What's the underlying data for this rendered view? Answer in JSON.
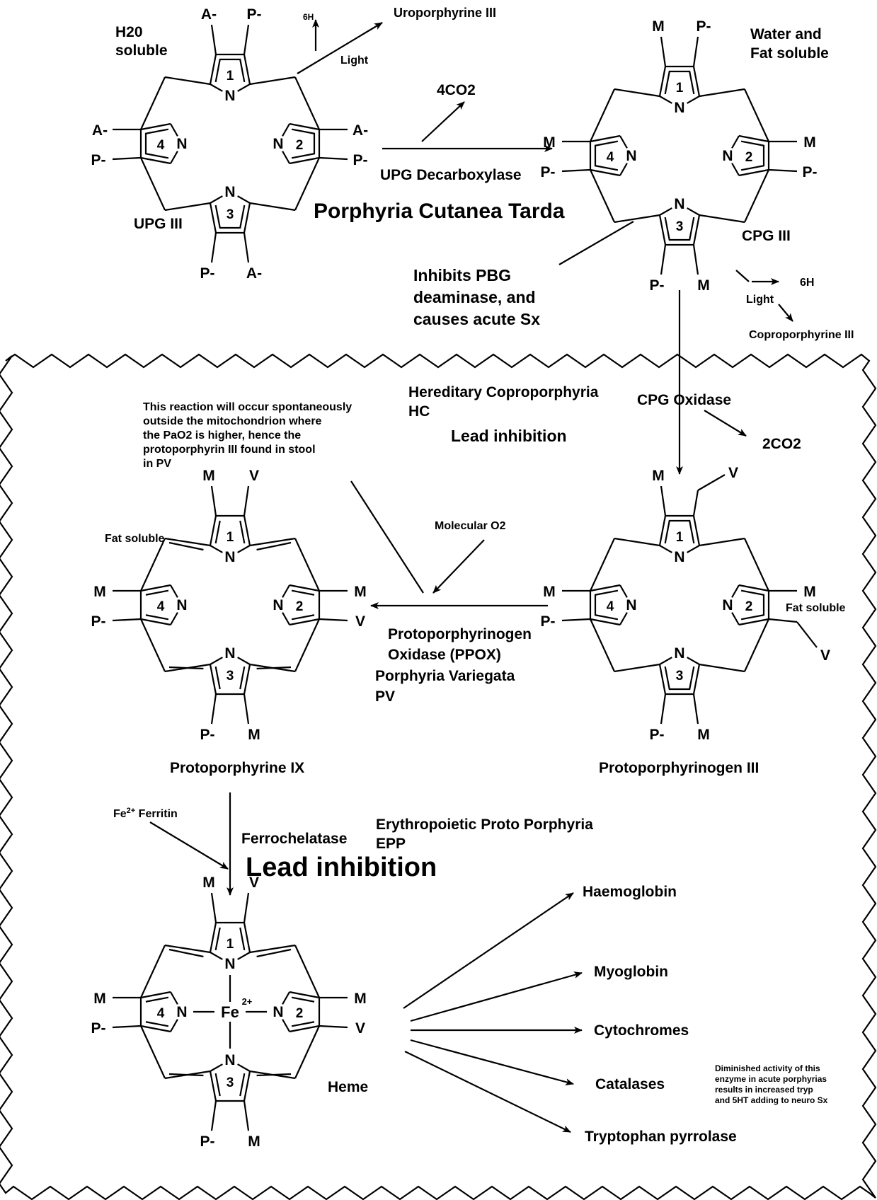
{
  "labels": {
    "h2o_soluble_1": "H20",
    "h2o_soluble_2": "soluble",
    "six_h_top": "6H",
    "uroporphyrine": "Uroporphyrine III",
    "light_top": "Light",
    "water_fat_1": "Water and",
    "water_fat_2": "Fat soluble",
    "four_co2": "4CO2",
    "upg_decarboxylase": "UPG Decarboxylase",
    "pct": "Porphyria Cutanea Tarda",
    "upg_iii": "UPG III",
    "cpg_iii": "CPG III",
    "inhibits_1": "Inhibits PBG",
    "inhibits_2": "deaminase, and",
    "inhibits_3": "causes acute Sx",
    "six_h_right": "6H",
    "light_right": "Light",
    "coproporphyrine": "Coproporphyrine III",
    "hereditary_1": "Hereditary Coproporphyria",
    "hereditary_2": "HC",
    "cpg_oxidase": "CPG Oxidase",
    "lead_inhibition_1": "Lead inhibition",
    "two_co2": "2CO2",
    "note_1": "This reaction will occur spontaneously",
    "note_2": "outside the mitochondrion where",
    "note_3": "the PaO2 is higher, hence the",
    "note_4": "protoporphyrin III found in stool",
    "note_5": "in PV",
    "fat_soluble_left": "Fat soluble",
    "molecular_o2": "Molecular O2",
    "fat_soluble_right": "Fat soluble",
    "ppox_1": "Protoporphyrinogen",
    "ppox_2": "Oxidase (PPOX)",
    "pv_1": "Porphyria Variegata",
    "pv_2": "PV",
    "protoporphyrine_ix": "Protoporphyrine IX",
    "protoporphyrinogen_iii": "Protoporphyrinogen III",
    "fe_ferritin_1": "Fe",
    "fe_ferritin_sup": "2+",
    "fe_ferritin_2": " Ferritin",
    "ferrochelatase": "Ferrochelatase",
    "epp_1": "Erythropoietic Proto Porphyria",
    "epp_2": "EPP",
    "lead_inhibition_2": "Lead inhibition",
    "heme": "Heme",
    "haemoglobin": "Haemoglobin",
    "myoglobin": "Myoglobin",
    "cytochromes": "Cytochromes",
    "catalases": "Catalases",
    "tryptophan": "Tryptophan pyrrolase",
    "diminished_1": "Diminished activity of this",
    "diminished_2": "enzyme in acute porphyrias",
    "diminished_3": "results in increased tryp",
    "diminished_4": "and 5HT adding to neuro Sx"
  },
  "molecules": {
    "upg": {
      "top_left": "A-",
      "top_right": "P-",
      "left_top": "A-",
      "left_bottom": "P-",
      "right_top": "A-",
      "right_bottom": "P-",
      "bottom_left": "P-",
      "bottom_right": "A-",
      "r1": "1",
      "r2": "2",
      "r3": "3",
      "r4": "4",
      "n": "N"
    },
    "cpg": {
      "top_left": "M",
      "top_right": "P-",
      "left_top": "M",
      "left_bottom": "P-",
      "right_top": "M",
      "right_bottom": "P-",
      "bottom_left": "P-",
      "bottom_right": "M",
      "r1": "1",
      "r2": "2",
      "r3": "3",
      "r4": "4",
      "n": "N"
    },
    "ppgen": {
      "top_left": "M",
      "top_right": "V",
      "left_top": "M",
      "left_bottom": "P-",
      "right_top": "M",
      "right_bottom": "V",
      "bottom_left": "P-",
      "bottom_right": "M",
      "r1": "1",
      "r2": "2",
      "r3": "3",
      "r4": "4",
      "n": "N"
    },
    "ppix": {
      "top_left": "M",
      "top_right": "V",
      "left_top": "M",
      "left_bottom": "P-",
      "right_top": "M",
      "right_bottom": "V",
      "bottom_left": "P-",
      "bottom_right": "M",
      "r1": "1",
      "r2": "2",
      "r3": "3",
      "r4": "4",
      "n": "N"
    },
    "heme": {
      "top_left": "M",
      "top_right": "V",
      "left_top": "M",
      "left_bottom": "P-",
      "right_top": "M",
      "right_bottom": "V",
      "bottom_left": "P-",
      "bottom_right": "M",
      "r1": "1",
      "r2": "2",
      "r3": "3",
      "r4": "4",
      "n": "N",
      "fe": "Fe",
      "fe_charge": "2+"
    }
  }
}
